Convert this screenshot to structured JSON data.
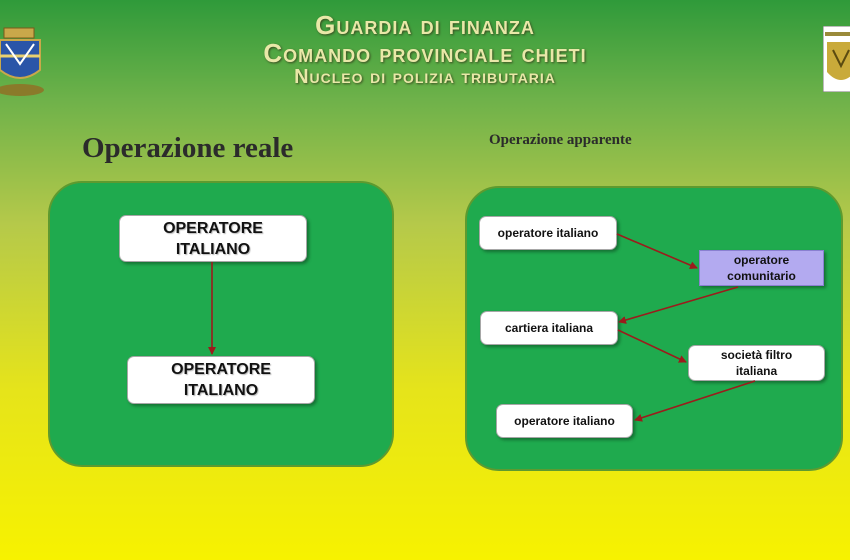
{
  "header": {
    "line1": "Guardia di finanza",
    "line2": "Comando provinciale chieti",
    "line3": "Nucleo di polizia tributaria"
  },
  "left": {
    "title": "Operazione reale",
    "top_box": "OPERATORE ITALIANO",
    "bottom_box": "OPERATORE ITALIANO"
  },
  "right": {
    "title": "Operazione apparente",
    "boxes": [
      "operatore italiano",
      "operatore comunitario",
      "cartiera italiana",
      "società filtro italiana",
      "operatore italiano"
    ]
  },
  "colors": {
    "panel": "#1faa4e",
    "arrow": "#9b1c1c",
    "highlight_box": "#b3aaf0"
  }
}
